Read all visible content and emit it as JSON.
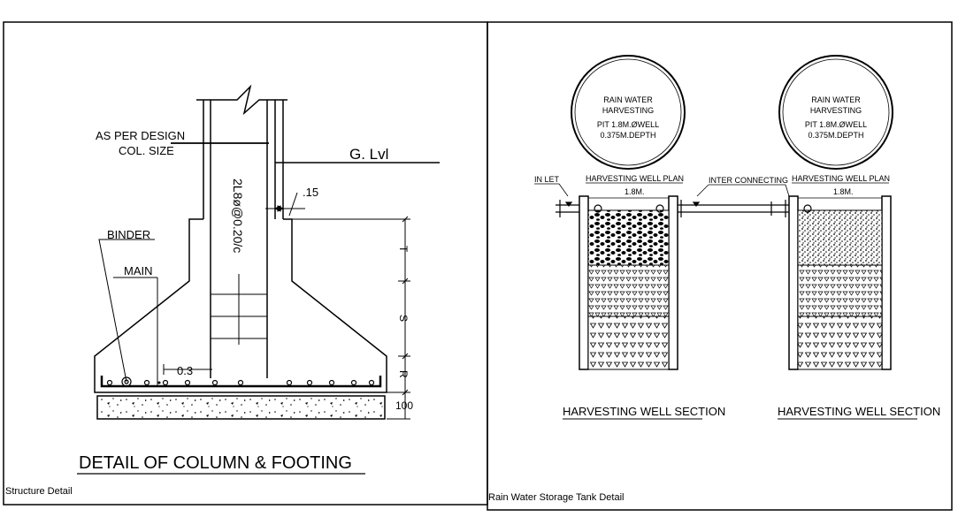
{
  "left_panel": {
    "caption": "Structure Detail",
    "title": "DETAIL OF COLUMN & FOOTING",
    "labels": {
      "as_per_design": "AS PER DESIGN",
      "col_size": "COL. SIZE",
      "ground_level": "G. Lvl",
      "stirrups": "2L8ø@0.20/c",
      "offset": ".15",
      "binder": "BINDER",
      "main": "MAIN",
      "bar_spacing": "0.3",
      "dim_t": "T",
      "dim_s": "S",
      "dim_r": "R",
      "pcc_thickness": "100"
    }
  },
  "right_panel": {
    "caption": "Rain Water Storage Tank Detail",
    "circle_left": {
      "l1": "RAIN WATER",
      "l2": "HARVESTING",
      "l3": "PIT 1.8M.ØWELL",
      "l4": "0.375M.DEPTH"
    },
    "circle_right": {
      "l1": "RAIN WATER",
      "l2": "HARVESTING",
      "l3": "PIT 1.8M.ØWELL",
      "l4": "0.375M.DEPTH"
    },
    "inlet": "IN LET",
    "interconnecting": "INTER CONNECTING",
    "plan_left": "HARVESTING WELL PLAN",
    "plan_right": "HARVESTING WELL PLAN",
    "width_left": "1.8M.",
    "width_right": "1.8M.",
    "section_left": "HARVESTING WELL SECTION",
    "section_right": "HARVESTING WELL SECTION"
  }
}
